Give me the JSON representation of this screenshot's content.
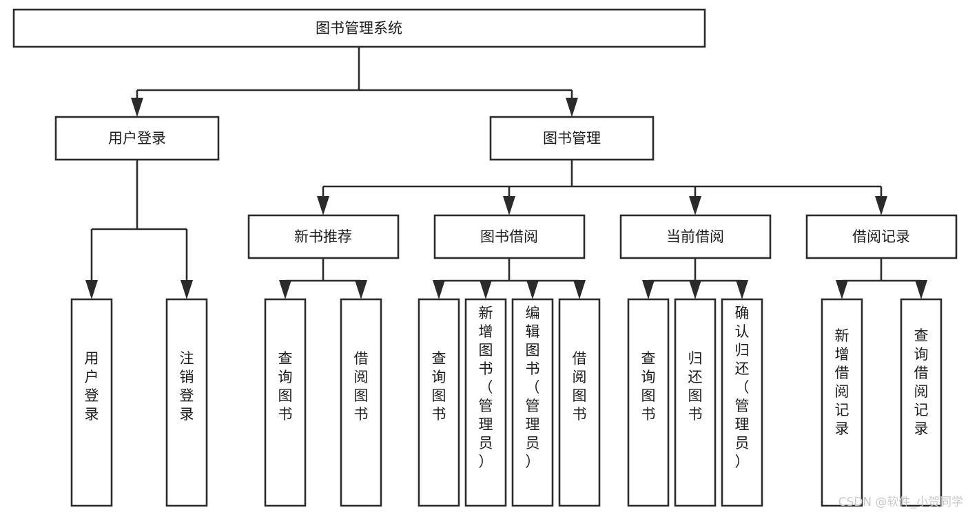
{
  "diagram": {
    "title": "图书管理系统",
    "type": "hierarchy-tree",
    "levels": 4,
    "root": {
      "id": "root",
      "label": "图书管理系统",
      "orientation": "horizontal"
    },
    "level2": [
      {
        "id": "user-login",
        "label": "用户登录",
        "orientation": "horizontal"
      },
      {
        "id": "book-manage",
        "label": "图书管理",
        "orientation": "horizontal"
      }
    ],
    "level3": [
      {
        "id": "new-book-recommend",
        "label": "新书推荐",
        "orientation": "horizontal",
        "parent": "book-manage"
      },
      {
        "id": "book-borrow",
        "label": "图书借阅",
        "orientation": "horizontal",
        "parent": "book-manage"
      },
      {
        "id": "current-borrow",
        "label": "当前借阅",
        "orientation": "horizontal",
        "parent": "book-manage"
      },
      {
        "id": "borrow-record",
        "label": "借阅记录",
        "orientation": "horizontal",
        "parent": "book-manage"
      }
    ],
    "leaves": {
      "user-login": [
        {
          "id": "leaf-user-login",
          "label": "用户登录",
          "orientation": "vertical"
        },
        {
          "id": "leaf-user-logout",
          "label": "注销登录",
          "orientation": "vertical"
        }
      ],
      "new-book-recommend": [
        {
          "id": "leaf-query-book-1",
          "label": "查询图书",
          "orientation": "vertical"
        },
        {
          "id": "leaf-borrow-book-1",
          "label": "借阅图书",
          "orientation": "vertical"
        }
      ],
      "book-borrow": [
        {
          "id": "leaf-query-book-2",
          "label": "查询图书",
          "orientation": "vertical"
        },
        {
          "id": "leaf-add-book",
          "label": "新增图书（管理员）",
          "orientation": "vertical"
        },
        {
          "id": "leaf-edit-book",
          "label": "编辑图书（管理员）",
          "orientation": "vertical"
        },
        {
          "id": "leaf-borrow-book-2",
          "label": "借阅图书",
          "orientation": "vertical"
        }
      ],
      "current-borrow": [
        {
          "id": "leaf-query-book-3",
          "label": "查询图书",
          "orientation": "vertical"
        },
        {
          "id": "leaf-return-book",
          "label": "归还图书",
          "orientation": "vertical"
        },
        {
          "id": "leaf-confirm-return",
          "label": "确认归还（管理员）",
          "orientation": "vertical"
        }
      ],
      "borrow-record": [
        {
          "id": "leaf-add-record",
          "label": "新增借阅记录",
          "orientation": "vertical"
        },
        {
          "id": "leaf-query-record",
          "label": "查询借阅记录",
          "orientation": "vertical"
        }
      ]
    }
  },
  "watermark": {
    "text": "CSDN @软件_小贺同学"
  },
  "colors": {
    "stroke": "#2b2b2b",
    "box_fill": "#ffffff",
    "text": "#1d1d1d",
    "background": "#ffffff",
    "watermark": "#c9c9c9"
  }
}
